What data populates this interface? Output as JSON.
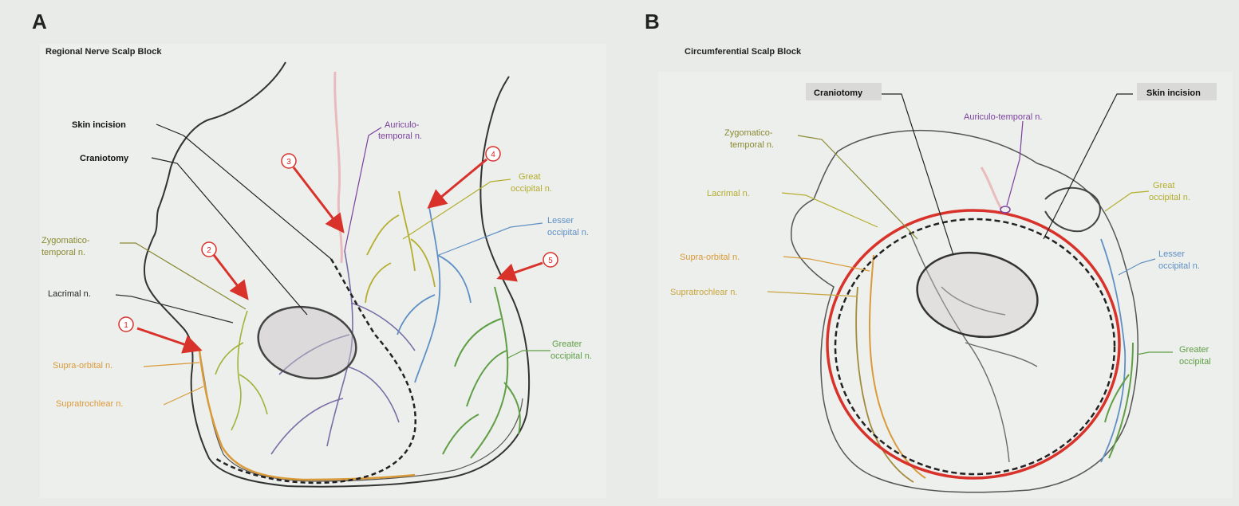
{
  "panels": [
    {
      "letter": "A",
      "title": "Regional Nerve Scalp Block"
    },
    {
      "letter": "B",
      "title": "Circumferential Scalp Block"
    }
  ],
  "panel_a_labels": {
    "skin_incision": "Skin incision",
    "craniotomy": "Craniotomy",
    "auriculotemporal": "Auriculo-",
    "auriculotemporal2": "temporal n.",
    "great_occipital": "Great",
    "great_occipital2": "occipital n.",
    "lesser_occipital": "Lesser",
    "lesser_occipital2": "occipital n.",
    "zygomatico": "Zygomatico-",
    "zygomatico2": "temporal n.",
    "lacrimal": "Lacrimal n.",
    "supraorbital": "Supra-orbital n.",
    "supratrochlear": "Supratrochlear n.",
    "greater_occipital": "Greater",
    "greater_occipital2": "occipital n."
  },
  "panel_a_steps": [
    "1",
    "2",
    "3",
    "4",
    "5"
  ],
  "panel_b_labels": {
    "craniotomy": "Craniotomy",
    "skin_incision": "Skin incision",
    "auriculotemporal": "Auriculo-temporal n.",
    "zygomatico": "Zygomatico-",
    "zygomatico2": "temporal n.",
    "lacrimal": "Lacrimal n.",
    "supraorbital": "Supra-orbital n.",
    "supratrochlear": "Supratrochlear n.",
    "great_occipital": "Great",
    "great_occipital2": "occipital n.",
    "lesser_occipital": "Lesser",
    "lesser_occipital2": "occipital n.",
    "greater_occipital": "Greater",
    "greater_occipital2": "occipital"
  },
  "colors": {
    "red": "#d8322b",
    "purple": "#7a3f9e",
    "yellow": "#b4ad2e",
    "blue": "#5f8fc4",
    "green": "#5f9e45",
    "orange": "#d99a3a",
    "olive": "#8a8a32"
  }
}
